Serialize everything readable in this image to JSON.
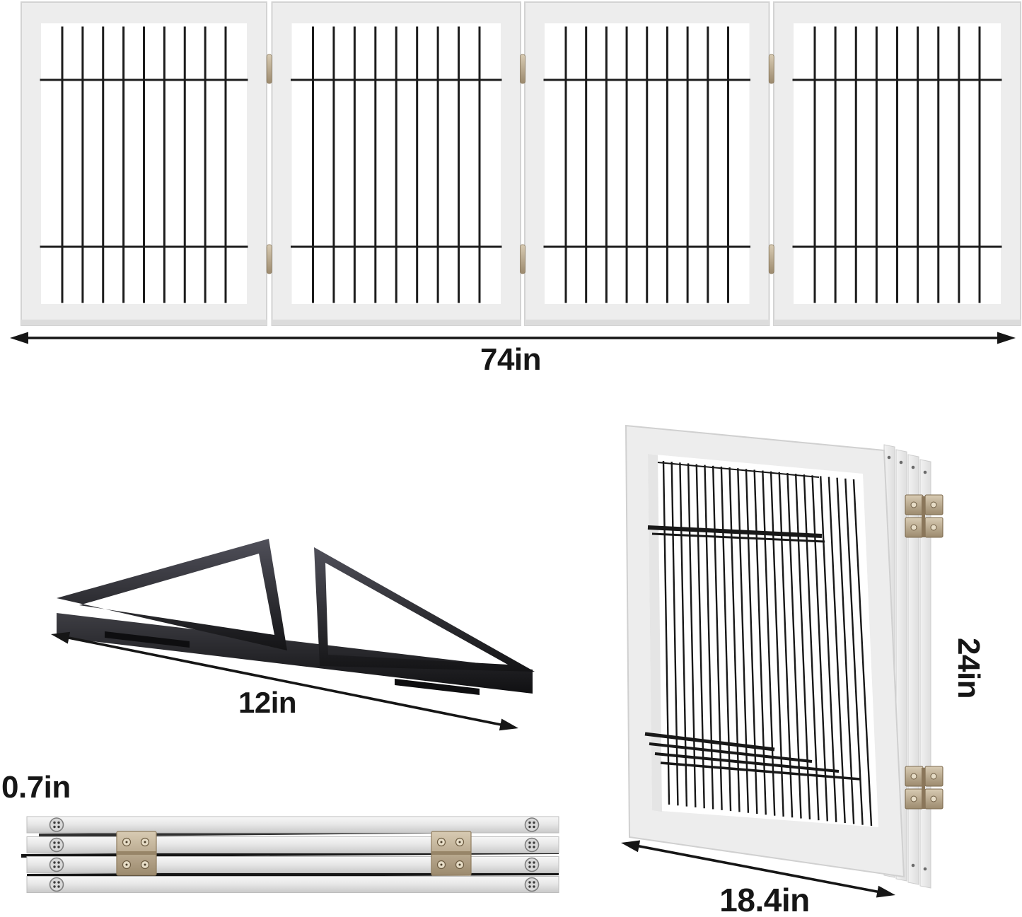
{
  "diagram": {
    "background_color": "#ffffff",
    "label_color": "#161616",
    "frame_color": "#ededed",
    "frame_edge_color": "#d3d3d3",
    "wire_color": "#1c1c1c",
    "hinge_color_light": "#d8cbb3",
    "hinge_color_dark": "#9c8a6e",
    "foot_color_light": "#50505a",
    "foot_color_dark": "#141416",
    "arrow_color": "#161616",
    "labels": {
      "expanded_width": "74in",
      "foot_length": "12in",
      "folded_thickness": "0.7in",
      "panel_height": "24in",
      "panel_width": "18.4in"
    },
    "expanded_gate": {
      "panel_count": 4,
      "vertical_wires_per_panel": 9,
      "horizontal_wires_per_panel": 2,
      "hinge_joint_count": 3
    },
    "folded_side_view": {
      "slat_count": 4,
      "hinge_block_count": 2,
      "screws_per_slat": 2
    },
    "folded_front_view": {
      "panel_count": 4,
      "hinge_cluster_count": 2
    }
  }
}
